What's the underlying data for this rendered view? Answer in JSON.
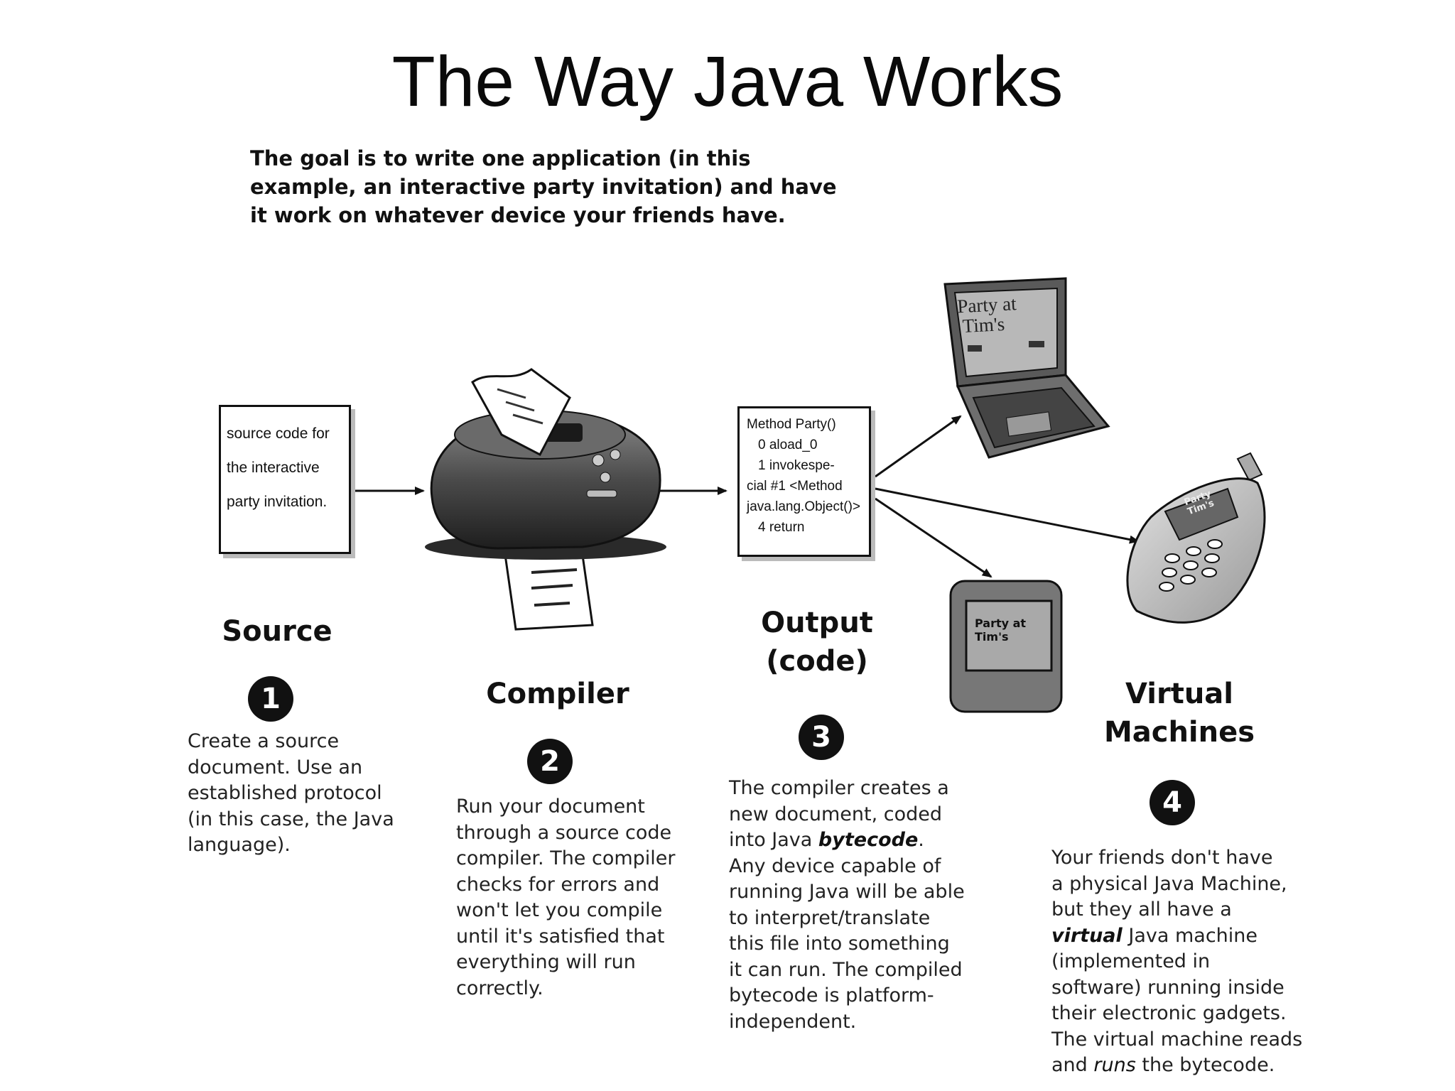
{
  "title": "The Way Java Works",
  "goal": {
    "line1": "The goal is to write one application (in this",
    "line2": "example, an interactive party invitation) and have",
    "line3": "it work on whatever device your friends have."
  },
  "source": {
    "box_lines": [
      "source code for",
      "the interactive",
      "party invitation."
    ],
    "label": "Source",
    "step": "1",
    "desc": [
      "Create a source",
      "document. Use an",
      "established protocol",
      "(in this case, the Java",
      "language)."
    ]
  },
  "compiler": {
    "label": "Compiler",
    "step": "2",
    "desc": [
      "Run your document",
      "through a source code",
      "compiler. The compiler",
      "checks for errors and",
      "won't let you compile",
      "until it's satisfied that",
      "everything will run",
      "correctly."
    ]
  },
  "output": {
    "box_lines": [
      "Method Party()",
      "0 aload_0",
      "1 invokespe-",
      "cial #1 <Method",
      "java.lang.Object()>",
      "4 return"
    ],
    "label_line1": "Output",
    "label_line2": "(code)",
    "step": "3",
    "desc": {
      "l1": "The compiler creates a",
      "l2": "new document, coded",
      "l3_pre": "into Java ",
      "l3_em": "bytecode",
      "l3_post": ".",
      "l4": "Any device capable of",
      "l5": "running Java will be able",
      "l6": "to interpret/translate",
      "l7": "this file into something",
      "l8": "it can run. The compiled",
      "l9": "bytecode is platform-",
      "l10": "independent."
    }
  },
  "vm": {
    "label_line1": "Virtual",
    "label_line2": "Machines",
    "step": "4",
    "desc": {
      "l1": "Your friends don't have",
      "l2": "a physical Java Machine,",
      "l3": "but they all have a",
      "l4_em": "virtual",
      "l4_post": " Java machine",
      "l5": "(implemented in",
      "l6": "software) running inside",
      "l7": "their electronic gadgets.",
      "l8": "The virtual machine reads",
      "l9_pre": "and ",
      "l9_em": "runs",
      "l9_post": " the bytecode."
    }
  },
  "devices": {
    "laptop_screen_line1": "Party at",
    "laptop_screen_line2": "Tim's",
    "pda_screen_line1": "Party at",
    "pda_screen_line2": "Tim's",
    "phone_screen_line1": "Party",
    "phone_screen_line2": "Tim's"
  }
}
